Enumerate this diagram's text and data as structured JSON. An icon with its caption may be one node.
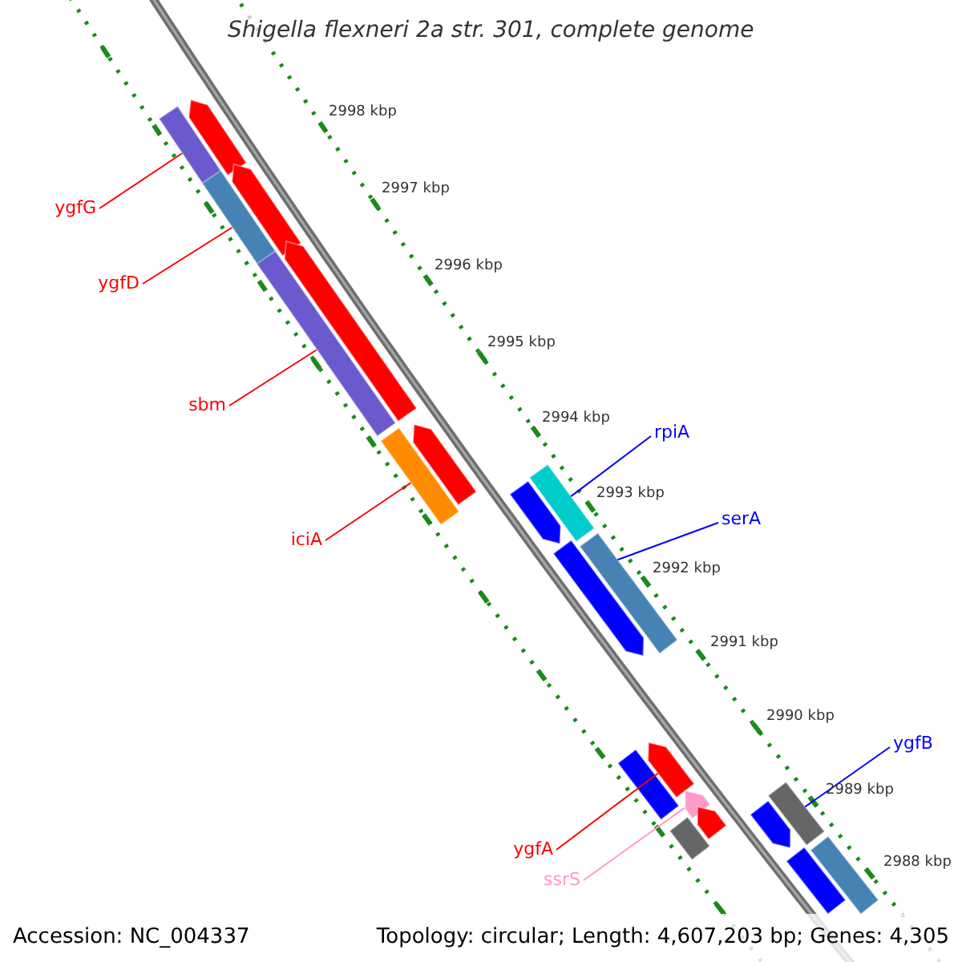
{
  "diagram": {
    "title": "Shigella flexneri 2a str. 301, complete genome",
    "nodes": [
      {
        "text": [
          "ygfG"
        ]
      },
      {
        "text": [
          "ygfD"
        ]
      },
      {
        "text": [
          "sbm"
        ]
      },
      {
        "text": [
          "rpiA"
        ]
      },
      {
        "text": [
          "serA"
        ]
      },
      {
        "text": [
          "iciA"
        ]
      },
      {
        "text": [
          "ygfB"
        ]
      },
      {
        "text": [
          "ygfA"
        ]
      },
      {
        "text": [
          "ssrS"
        ]
      },
      {
        "text": [],
        "shape": "arrow"
      },
      {
        "text": [],
        "shape": "bar"
      },
      {
        "text": [],
        "shape": "bar"
      },
      {
        "text": [],
        "shape": "arrow"
      },
      {
        "text": [],
        "shape": "arrow"
      },
      {
        "text": [],
        "shape": "bar"
      },
      {
        "text": [],
        "shape": "arrow"
      },
      {
        "text": [],
        "shape": "bar"
      },
      {
        "text": [],
        "shape": "bar"
      },
      {
        "text": [],
        "shape": "arrow"
      },
      {
        "text": [],
        "shape": "arrow"
      },
      {
        "text": [],
        "shape": "bar"
      },
      {
        "text": [],
        "shape": "arrow"
      },
      {
        "text": [],
        "shape": "bar"
      },
      {
        "text": [],
        "shape": "arrow"
      },
      {
        "text": [],
        "shape": "arrow"
      },
      {
        "text": [],
        "shape": "bar"
      },
      {
        "text": [],
        "shape": "bar"
      },
      {
        "text": [],
        "shape": "arrow"
      },
      {
        "text": [],
        "shape": "bar"
      },
      {
        "text": [],
        "shape": "bar"
      }
    ],
    "edges": [
      {
        "from": 0,
        "to": 10,
        "arrow": "none"
      },
      {
        "from": 1,
        "to": 11,
        "arrow": "none"
      },
      {
        "from": 2,
        "to": 14,
        "arrow": "none"
      },
      {
        "from": 3,
        "to": 17,
        "arrow": "none",
        "color": "#0000ff"
      },
      {
        "from": 4,
        "to": 20,
        "arrow": "none",
        "color": "#0000ff"
      },
      {
        "from": 5,
        "to": 16,
        "arrow": "none"
      },
      {
        "from": 6,
        "to": 26,
        "arrow": "none",
        "color": "#0000ff"
      },
      {
        "from": 7,
        "to": 21,
        "arrow": "none"
      },
      {
        "from": 8,
        "to": 23,
        "arrow": "none",
        "color": "#ff99cc"
      }
    ],
    "labels": [
      "2998 kbp",
      "2997 kbp",
      "2996 kbp",
      "2995 kbp",
      "2994 kbp",
      "2993 kbp",
      "2992 kbp",
      "2991 kbp",
      "2990 kbp",
      "2989 kbp",
      "2988 kbp",
      "Accession: NC_004337",
      "Topology: circular; Length: 4,607,203 bp; Genes: 4,305"
    ]
  }
}
